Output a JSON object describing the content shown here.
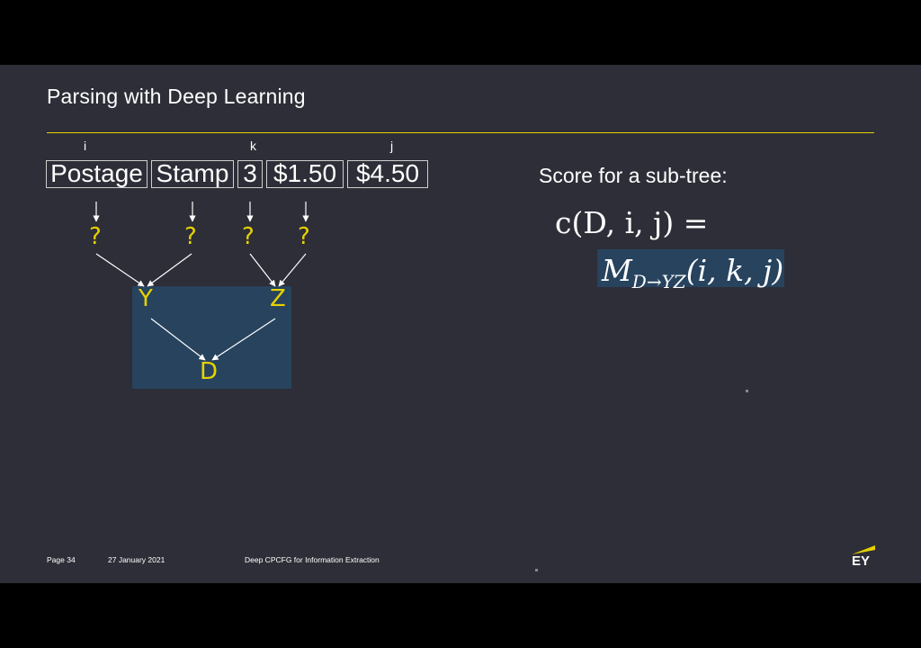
{
  "slide": {
    "title": "Parsing with Deep Learning",
    "index_labels": {
      "i": "i",
      "k": "k",
      "j": "j"
    },
    "tokens": [
      "Postage",
      "Stamp",
      "3",
      "$1.50",
      "$4.50"
    ],
    "unknown_mark": "?",
    "nodes": {
      "y": "Y",
      "z": "Z",
      "d": "D"
    },
    "score_label": "Score for a sub-tree:",
    "formula_line1": "c(D, i, j) =",
    "formula_m": "M",
    "formula_sub": "D→YZ",
    "formula_args": "(i, k, j)"
  },
  "footer": {
    "page": "Page 34",
    "date": "27 January 2021",
    "topic": "Deep CPCFG for Information Extraction",
    "logo_text": "EY"
  },
  "colors": {
    "background": "#2e2e38",
    "accent_yellow": "#e6d200",
    "highlight_box": "#27435e",
    "text": "#ffffff"
  }
}
